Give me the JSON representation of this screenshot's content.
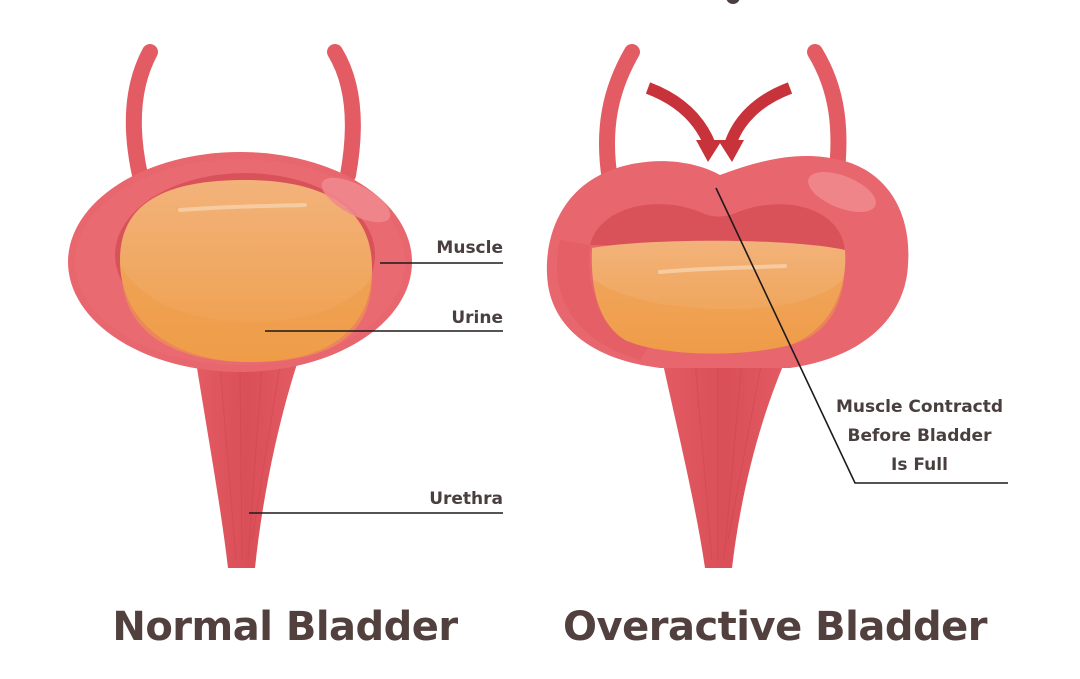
{
  "figure": {
    "colors": {
      "muscle": "#e8666d",
      "muscle_dark": "#d94c55",
      "muscle_inner": "#d9525a",
      "highlight": "#f08a8e",
      "urine_top": "#f2b27a",
      "urine_bottom": "#f0a050",
      "arrow": "#c8323a",
      "text": "#4a3f3f",
      "leader_line": "#1e1a1a",
      "background": "#ffffff"
    },
    "panels": [
      {
        "id": "normal",
        "caption": "Normal Bladder",
        "labels": {
          "muscle": "Muscle",
          "urine": "Urine",
          "urethra": "Urethra"
        }
      },
      {
        "id": "overactive",
        "caption": "Overactive Bladder",
        "labels": {
          "contracted_line1": "Muscle Contractd",
          "contracted_line2": "Before Bladder",
          "contracted_line3": "Is Full"
        },
        "arrows": [
          "arrow-down-left-curve",
          "arrow-down-right-curve"
        ]
      }
    ]
  }
}
